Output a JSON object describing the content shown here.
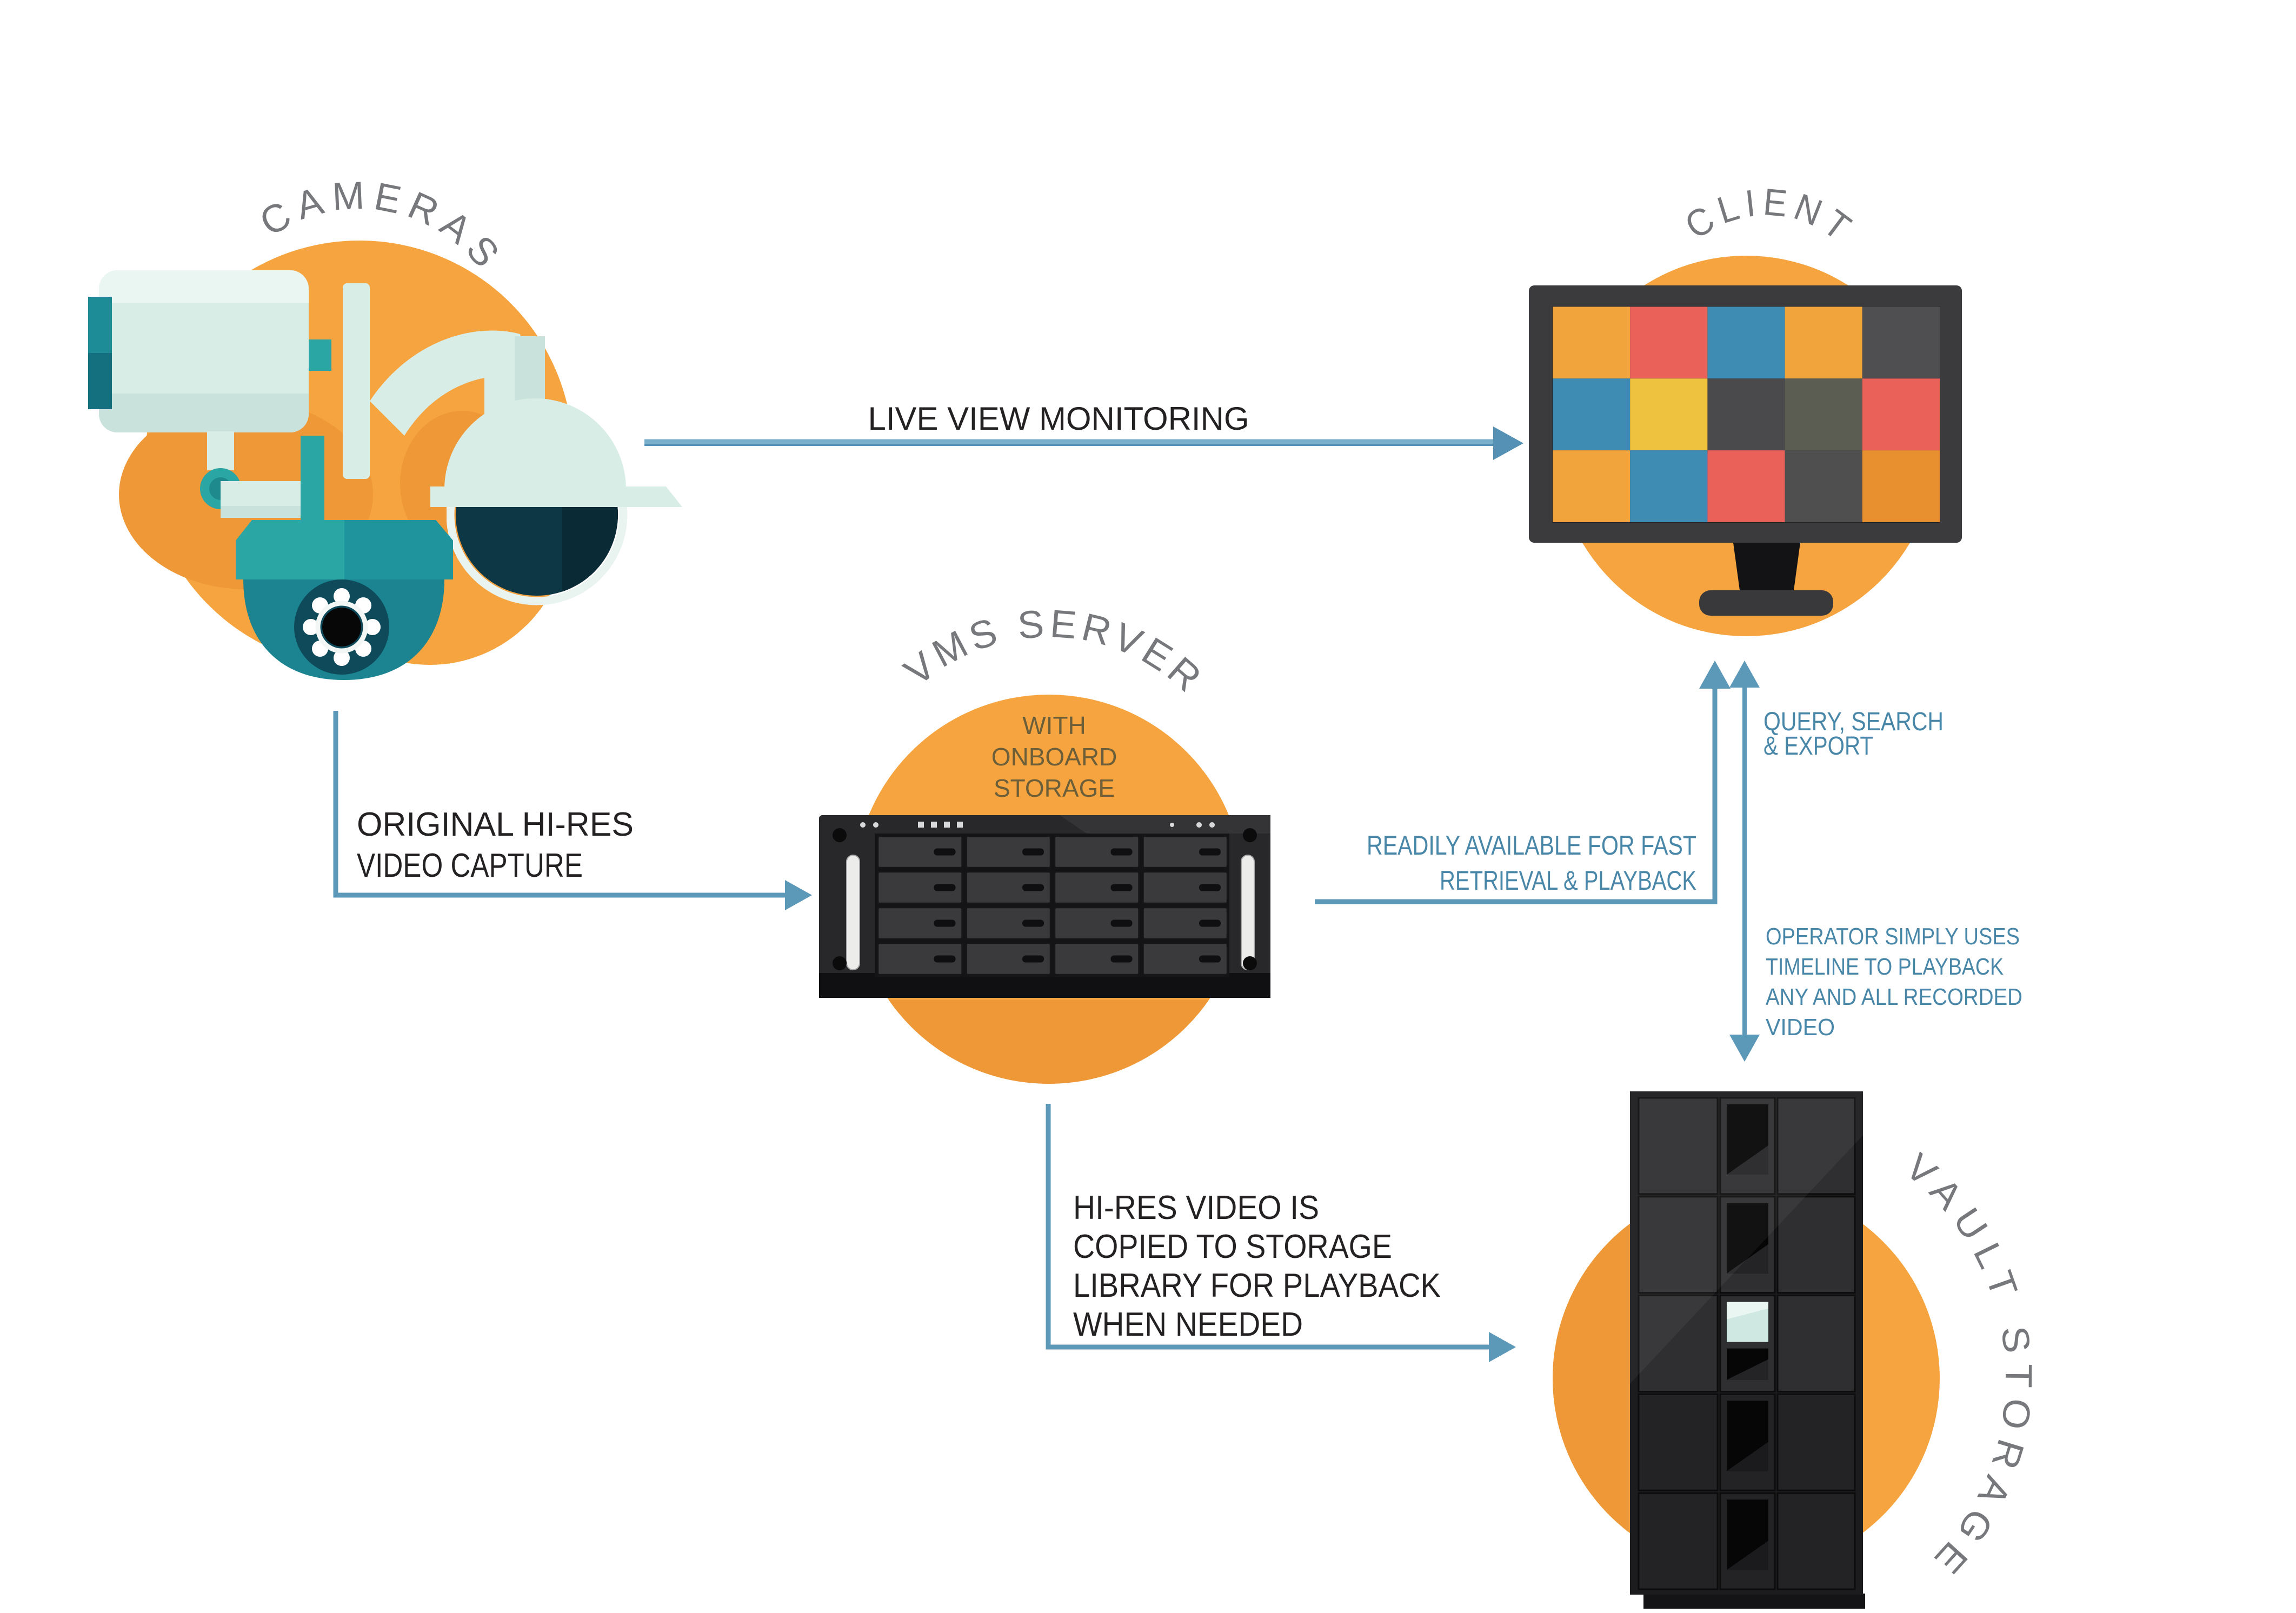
{
  "diagram_title": "",
  "colors": {
    "background": "#ffffff",
    "circle_orange": "#F5A440",
    "circle_orange_shade": "#EE9838",
    "arrow_blue": "#5C98B8",
    "arrow_blue_light": "#79AFCB",
    "label_blue": "#4987A9",
    "label_black": "#242122",
    "label_gray": "#77787B",
    "camera_teal": "#2AA6A4",
    "camera_teal_dark": "#1B8490",
    "camera_mint": "#D9EDE7",
    "lens_navy": "#0E4A59",
    "rack_black": "#1C1C1E",
    "vault_screen_mint": "#CFE9E2"
  },
  "nodes": {
    "cameras": {
      "label": "CAMERAS"
    },
    "vms_server": {
      "label": "VMS SERVER",
      "sublabel_lines": [
        "WITH",
        "ONBOARD",
        "STORAGE"
      ]
    },
    "client": {
      "label": "CLIENT"
    },
    "vault_storage": {
      "label": "VAULT STORAGE"
    }
  },
  "flows": {
    "live_view": {
      "from": "cameras",
      "to": "client",
      "label": "LIVE VIEW MONITORING"
    },
    "video_capture": {
      "from": "cameras",
      "to": "vms_server",
      "lines": [
        "ORIGINAL HI-RES",
        "VIDEO CAPTURE"
      ]
    },
    "retrieval": {
      "from": "vms_server",
      "to": "client",
      "lines": [
        "READILY AVAILABLE FOR FAST",
        "RETRIEVAL & PLAYBACK"
      ]
    },
    "query_export": {
      "from": "client",
      "to": "vault_storage",
      "lines": [
        "QUERY, SEARCH",
        "& EXPORT"
      ]
    },
    "operator_playback": {
      "from": "vault_storage",
      "to": "client",
      "lines": [
        "OPERATOR SIMPLY USES",
        "TIMELINE TO PLAYBACK",
        "ANY AND ALL RECORDED",
        "VIDEO"
      ]
    },
    "copy_to_storage": {
      "from": "vms_server",
      "to": "vault_storage",
      "lines": [
        "HI-RES VIDEO IS",
        "COPIED TO STORAGE",
        "LIBRARY FOR PLAYBACK",
        "WHEN NEEDED"
      ]
    }
  },
  "client_screen": {
    "tiles": [
      [
        "#F2A43C",
        "#EA615A",
        "#3E8BB4",
        "#F2A43C",
        "#4F4F51"
      ],
      [
        "#3E8BB4",
        "#EEC23F",
        "#4A4A4C",
        "#5B5C52",
        "#EA615A"
      ],
      [
        "#F2A43C",
        "#3E8BB4",
        "#EA615A",
        "#4F4F50",
        "#E89030"
      ]
    ]
  },
  "server_rack": {
    "bay_rows": 4,
    "bay_cols": 4
  },
  "vault_rack": {
    "rows": 5,
    "highlight_row": 3,
    "highlight_color": "#CFE9E2"
  }
}
